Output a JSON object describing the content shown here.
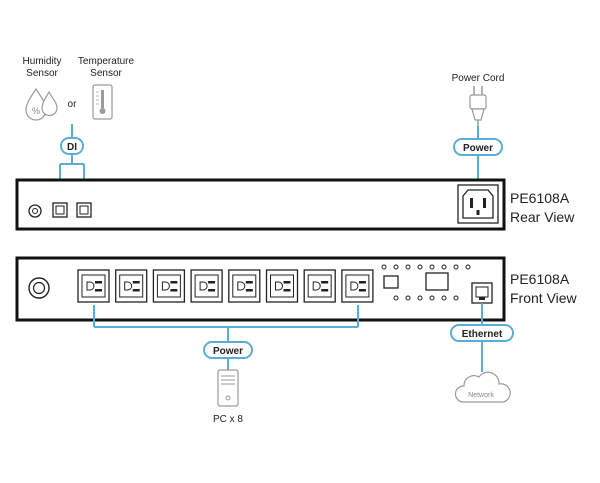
{
  "sensors": {
    "humidity_line1": "Humidity",
    "humidity_line2": "Sensor",
    "or": "or",
    "temperature_line1": "Temperature",
    "temperature_line2": "Sensor"
  },
  "di_label": "DI",
  "power_cord_label": "Power Cord",
  "power_label_top": "Power",
  "rear": {
    "model": "PE6108A",
    "view": "Rear View"
  },
  "front": {
    "model": "PE6108A",
    "view": "Front View"
  },
  "power_label_bottom": "Power",
  "ethernet_label": "Ethernet",
  "network_label": "Network",
  "pc_label": "PC x 8",
  "outlet_count": 8,
  "colors": {
    "connector": "#5aaed3",
    "device": "#111111",
    "muted": "#9a9a9a"
  }
}
